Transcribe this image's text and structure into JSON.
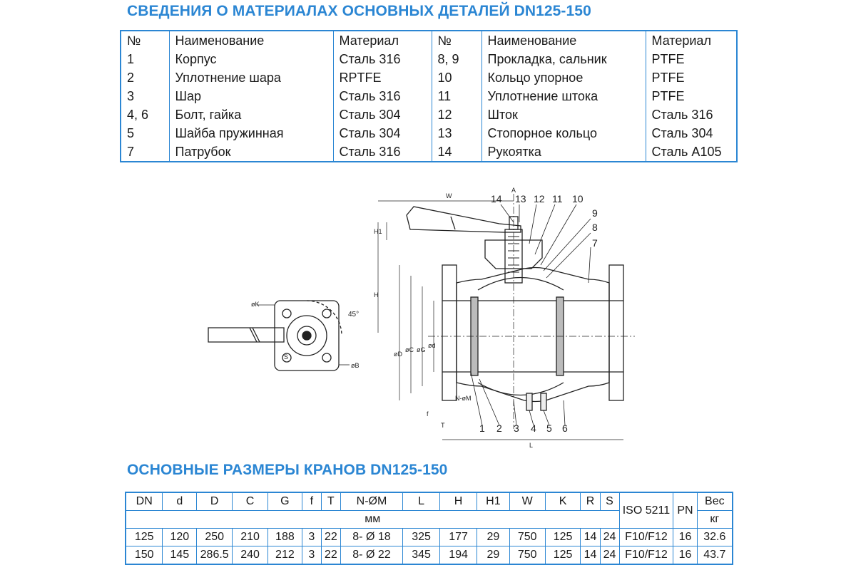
{
  "materials_section": {
    "title": "СВЕДЕНИЯ О МАТЕРИАЛАХ ОСНОВНЫХ ДЕТАЛЕЙ DN125-150",
    "headers": [
      "№",
      "Наименование",
      "Материал",
      "№",
      "Наименование",
      "Материал"
    ],
    "rows": [
      [
        "1",
        "Корпус",
        "Сталь 316",
        "8, 9",
        "Прокладка, сальник",
        "PTFE"
      ],
      [
        "2",
        "Уплотнение шара",
        "RPTFE",
        "10",
        "Кольцо упорное",
        "PTFE"
      ],
      [
        "3",
        "Шар",
        "Сталь 316",
        "11",
        "Уплотнение штока",
        "PTFE"
      ],
      [
        "4, 6",
        "Болт, гайка",
        "Сталь 304",
        "12",
        "Шток",
        "Сталь 316"
      ],
      [
        "5",
        "Шайба пружинная",
        "Сталь 304",
        "13",
        "Стопорное кольцо",
        "Сталь 304"
      ],
      [
        "7",
        "Патрубок",
        "Сталь 316",
        "14",
        "Рукоятка",
        "Сталь А105"
      ]
    ]
  },
  "drawing": {
    "callouts_top": [
      "14",
      "13",
      "12",
      "11",
      "10",
      "9",
      "8",
      "7"
    ],
    "callouts_bottom": [
      "1",
      "2",
      "3",
      "4",
      "5",
      "6"
    ],
    "dimension_labels": [
      "W",
      "A",
      "H1",
      "H",
      "øD",
      "øC",
      "øG",
      "ød",
      "N-øM",
      "f",
      "T",
      "L",
      "øK",
      "45°",
      "øB",
      "S"
    ]
  },
  "dimensions_section": {
    "title": "ОСНОВНЫЕ РАЗМЕРЫ КРАНОВ DN125-150",
    "headers": [
      "DN",
      "d",
      "D",
      "C",
      "G",
      "f",
      "T",
      "N-ØM",
      "L",
      "H",
      "H1",
      "W",
      "K",
      "R",
      "S"
    ],
    "unit_row": "мм",
    "iso_header": "ISO 5211",
    "pn_header": "PN",
    "weight_header": "Вес",
    "weight_unit": "кг",
    "rows": [
      [
        "125",
        "120",
        "250",
        "210",
        "188",
        "3",
        "22",
        "8- Ø 18",
        "325",
        "177",
        "29",
        "750",
        "125",
        "14",
        "24",
        "F10/F12",
        "16",
        "32.6"
      ],
      [
        "150",
        "145",
        "286.5",
        "240",
        "212",
        "3",
        "22",
        "8- Ø 22",
        "345",
        "194",
        "29",
        "750",
        "125",
        "14",
        "24",
        "F10/F12",
        "16",
        "43.7"
      ]
    ]
  },
  "colors": {
    "accent": "#2b86d3",
    "line": "#222222"
  }
}
